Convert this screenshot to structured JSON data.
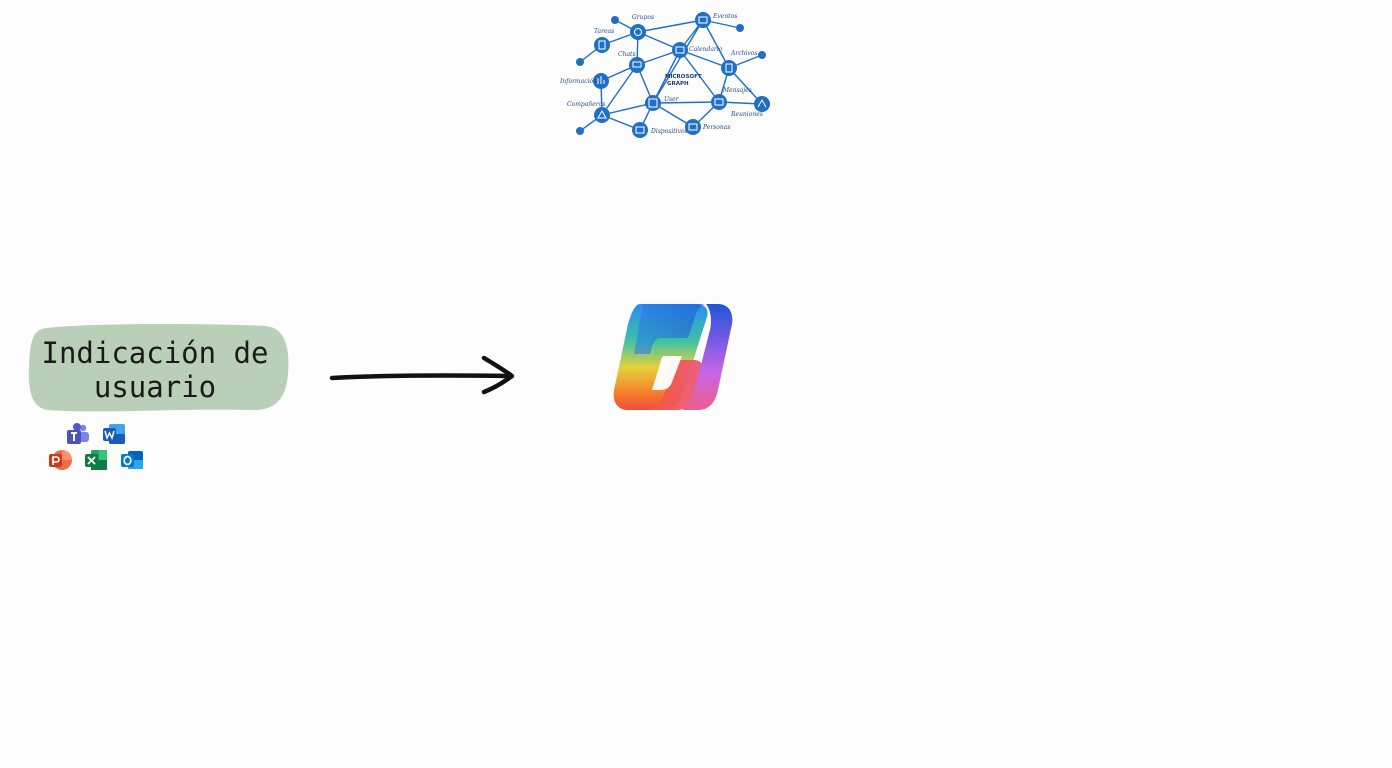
{
  "graph": {
    "center_label_line1": "MICROSOFT",
    "center_label_line2": "GRAPH",
    "labels": {
      "tasks": "Tareas",
      "events": "Eventos",
      "groups": "Grupos",
      "chats": "Chats",
      "calendar": "Calendario",
      "archives": "Archivos",
      "information": "Información",
      "user": "User",
      "messages": "Mensajes",
      "companies": "Compañeros",
      "devices": "Dispositivos",
      "people": "Personas",
      "meetings": "Reuniones"
    }
  },
  "prompt": {
    "line1": "Indicación de",
    "line2": "usuario"
  },
  "apps": [
    "teams-icon",
    "word-icon",
    "powerpoint-icon",
    "excel-icon",
    "outlook-icon"
  ],
  "colors": {
    "node_blue": "#1f6fc4",
    "edge_blue": "#1f6fc4",
    "blob_green": "#b9cfb8",
    "arrow": "#111111"
  }
}
